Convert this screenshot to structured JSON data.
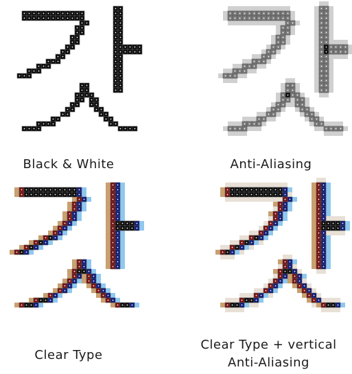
{
  "figure": {
    "glyph": "갓",
    "panels": [
      {
        "id": "bw",
        "caption": "Black & White",
        "style": "bw"
      },
      {
        "id": "aa",
        "caption": "Anti-Aliasing",
        "style": "aa"
      },
      {
        "id": "ct",
        "caption": "Clear Type",
        "style": "ct"
      },
      {
        "id": "ctv",
        "caption": "Clear Type + vertical Anti-Aliasing",
        "style": "ctv"
      }
    ],
    "colors": {
      "ink": "#0a0a0a",
      "pixel_dot": "#ffffff",
      "gray_dark": "#7a7a7a",
      "gray_light": "#d0d0d0",
      "cleartype_warm": "#c9a070",
      "cleartype_cool": "#8fc8ef",
      "cleartype_red": "#7a1010",
      "cleartype_blue": "#101a7a"
    }
  }
}
